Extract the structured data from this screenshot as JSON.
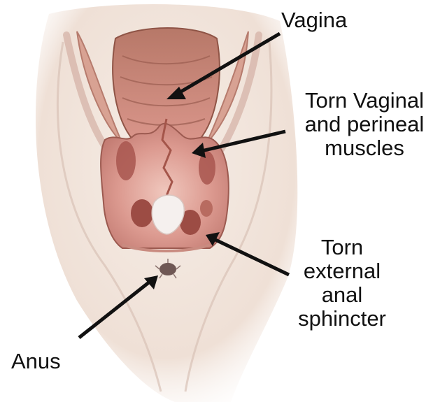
{
  "labels": {
    "vagina": "Vagina",
    "torn_vaginal_perineal": "Torn Vaginal\nand perineal\nmuscles",
    "torn_external_anal_sphincter": "Torn\nexternal\nanal\nsphincter",
    "anus": "Anus"
  },
  "colors": {
    "skin": "#f3e8e0",
    "skin_shadow": "#e2cfc3",
    "tissue": "#d9958f",
    "tissue_dark": "#a8564f",
    "muscle": "#c9857c",
    "arrow": "#111111"
  }
}
